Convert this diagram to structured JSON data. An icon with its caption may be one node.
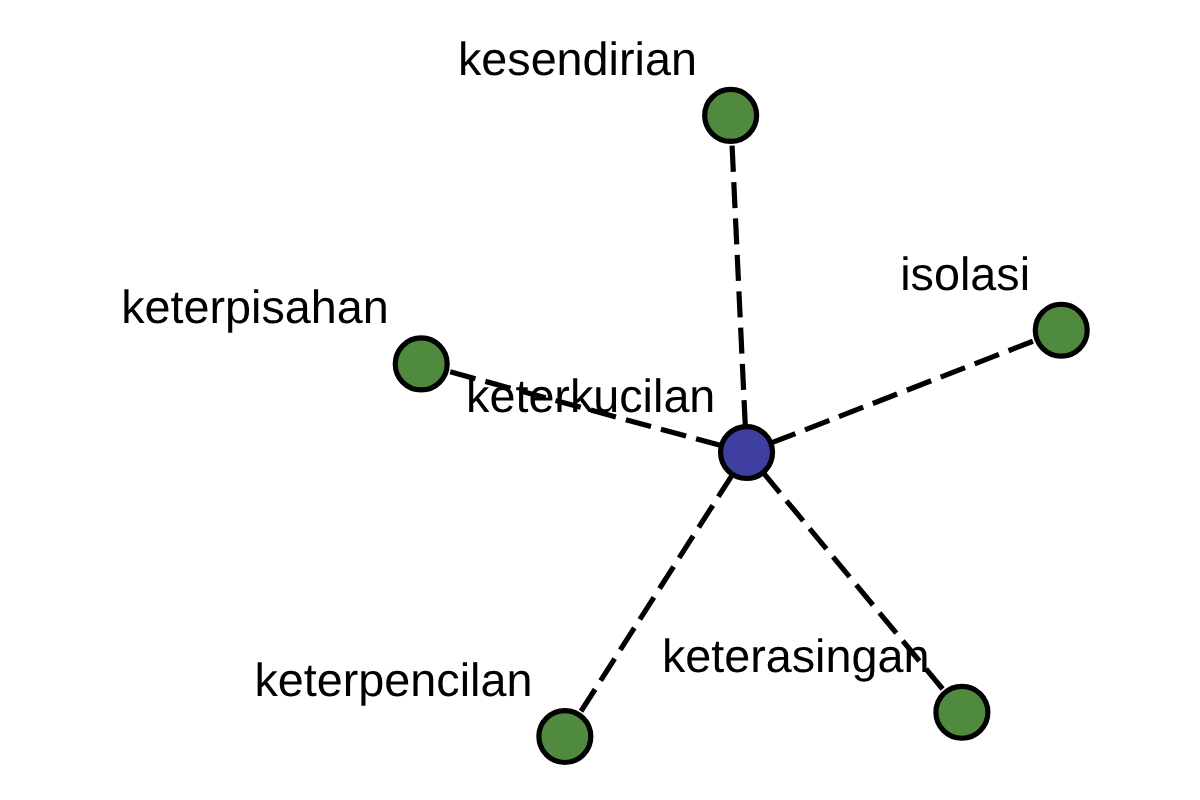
{
  "diagram": {
    "nodes": [
      {
        "text": [],
        "shape": "circle",
        "beside": [
          "keterkucilan"
        ]
      },
      {
        "text": [],
        "shape": "circle",
        "beside": [
          "keterasingan"
        ]
      },
      {
        "text": [],
        "shape": "circle",
        "beside": [
          "keterpencilan"
        ]
      },
      {
        "text": [],
        "shape": "circle",
        "beside": [
          "keterpisahan"
        ]
      },
      {
        "text": [],
        "shape": "circle",
        "beside": [
          "isolasi"
        ]
      },
      {
        "text": [],
        "shape": "circle",
        "beside": [
          "kesendirian"
        ]
      }
    ],
    "edges": [
      {
        "from": 0,
        "to": 1,
        "arrow": "none",
        "style": "dashed"
      },
      {
        "from": 0,
        "to": 2,
        "arrow": "none",
        "style": "dashed"
      },
      {
        "from": 0,
        "to": 3,
        "arrow": "none",
        "style": "dashed"
      },
      {
        "from": 0,
        "to": 4,
        "arrow": "none",
        "style": "dashed"
      },
      {
        "from": 0,
        "to": 5,
        "arrow": "none",
        "style": "dashed"
      }
    ]
  }
}
